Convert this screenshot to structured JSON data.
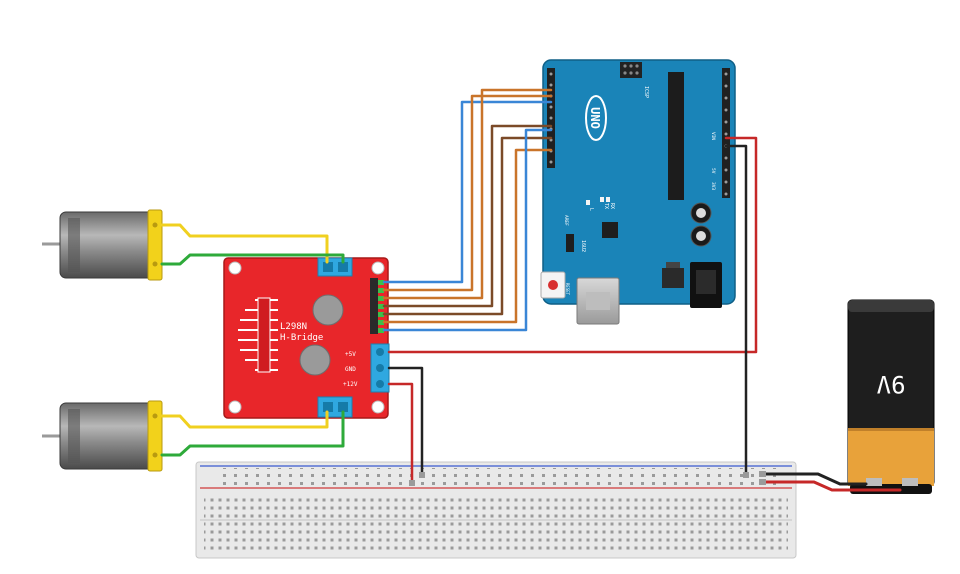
{
  "driver": {
    "chip_label": "L298N",
    "title_label": "H-Bridge",
    "pin_5v": "+5V",
    "pin_gnd": "GND",
    "pin_12v": "+12V"
  },
  "arduino": {
    "logo": "UNO",
    "tx_label": "TX",
    "rx_label": "RX",
    "l_label": "L",
    "icsp_label": "ICSP",
    "aref_label": "AREF",
    "gnd_label": "GND",
    "reset_label": "RESET",
    "chip_label": "16U2",
    "vin_label": "VIN",
    "v5_label": "5V",
    "v33_label": "3V3"
  },
  "battery": {
    "label": "9V"
  },
  "colors": {
    "driver_board": "#e8262a",
    "terminal": "#2fa8e0",
    "arduino_board": "#1a84b8",
    "motor_connector": "#f2d21b",
    "wire_red": "#c62828",
    "wire_black": "#222222",
    "wire_yellow": "#f0d020",
    "wire_green": "#2eaa3a",
    "wire_orange": "#c9742a",
    "wire_brown": "#7b4a28",
    "wire_blue": "#3a86d6",
    "battery_top": "#1e1e1e",
    "battery_bottom": "#e8a23a"
  }
}
